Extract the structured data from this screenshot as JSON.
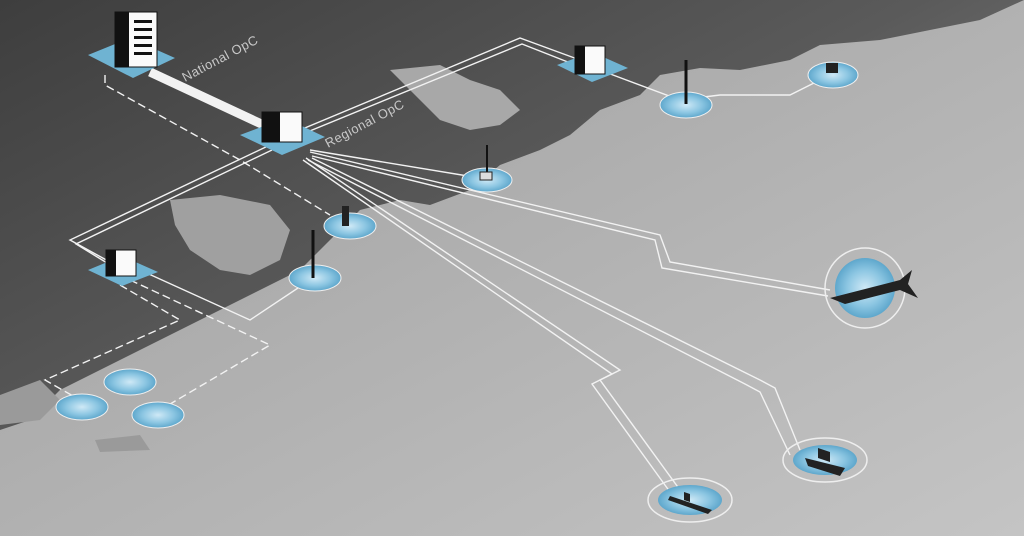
{
  "labels": {
    "national": "National OpC",
    "regional": "Regional OpC"
  },
  "colors": {
    "sea_dark": "#4a4a4a",
    "land": "#bdbdbd",
    "pad": "#6fb3d2",
    "sensor": "#8fc8e4"
  },
  "nodes": [
    {
      "type": "national-opc-building"
    },
    {
      "type": "regional-opc-building"
    },
    {
      "type": "local-station-building"
    },
    {
      "type": "local-station-building"
    }
  ],
  "sensors": [
    "radar-tower",
    "radar-tower",
    "radar-tower",
    "radar-tower",
    "radar-tower",
    "coastal-sensor",
    "coastal-sensor",
    "coastal-sensor",
    "aircraft",
    "ship",
    "submarine"
  ]
}
